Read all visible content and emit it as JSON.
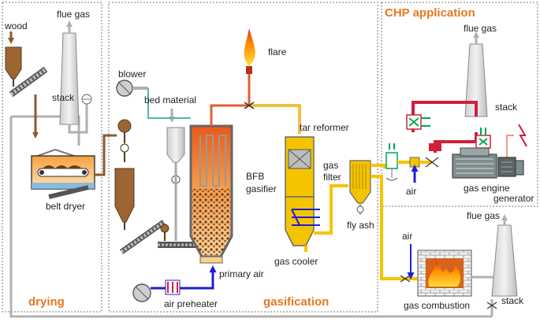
{
  "sections": {
    "drying": "drying",
    "gasification": "gasification",
    "chp": "CHP application"
  },
  "labels": {
    "wood": "wood",
    "flue_gas_dry": "flue gas",
    "stack_dry": "stack",
    "belt_dryer": "belt dryer",
    "blower": "blower",
    "bed_material": "bed material",
    "flare": "flare",
    "tar_reformer": "tar reformer",
    "bfb_1": "BFB",
    "bfb_2": "gasifier",
    "gas_filter_1": "gas",
    "gas_filter_2": "filter",
    "fly_ash": "fly ash",
    "gas_cooler": "gas cooler",
    "primary_air": "primary air",
    "air_preheater": "air preheater",
    "flue_gas_chp": "flue gas",
    "stack_chp": "stack",
    "air_chp": "air",
    "gas_engine": "gas engine",
    "generator": "generator",
    "flue_gas_comb": "flue gas",
    "air_comb": "air",
    "gas_combustion": "gas combustion",
    "stack_comb": "stack"
  },
  "colors": {
    "section_text": "#e87722",
    "flue_gas_line": "#b0b0b0",
    "biomass_line": "#8b5a2b",
    "product_gas_line": "#f5c400",
    "air_line": "#1f1fd0",
    "hot_gas_line": "#d21f3c",
    "heat_line": "#00a650"
  }
}
